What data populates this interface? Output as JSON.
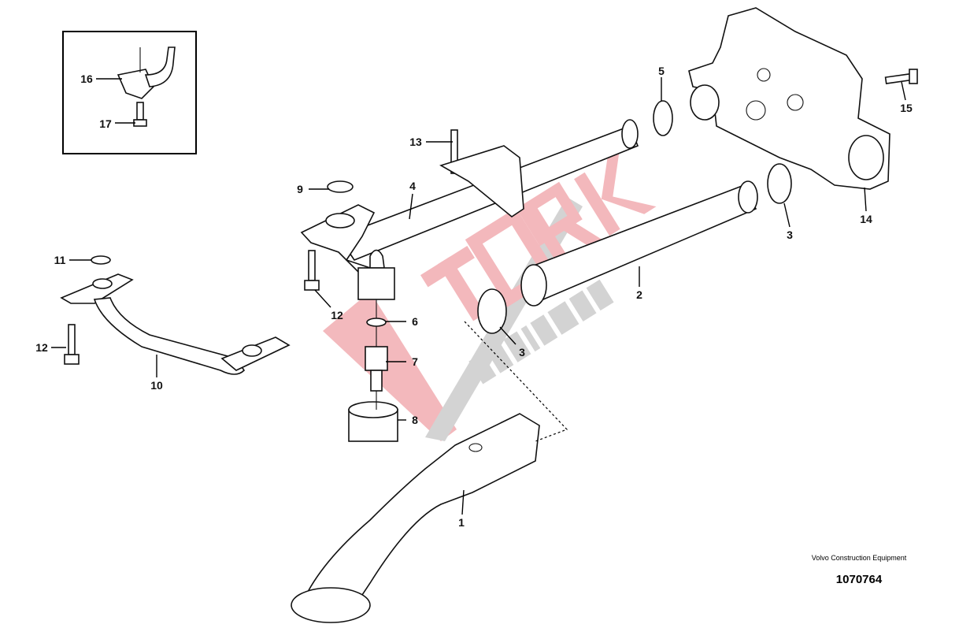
{
  "diagram": {
    "callouts": {
      "c1": "1",
      "c2": "2",
      "c3a": "3",
      "c3b": "3",
      "c4": "4",
      "c5": "5",
      "c6": "6",
      "c7": "7",
      "c8": "8",
      "c9": "9",
      "c10": "10",
      "c11": "11",
      "c12a": "12",
      "c12b": "12",
      "c13": "13",
      "c14": "14",
      "c15": "15",
      "c16": "16",
      "c17": "17"
    },
    "caption": {
      "company": "Volvo Construction Equipment",
      "drawing_number": "1070764"
    },
    "watermark": {
      "brand": "TORK",
      "subtitle": "şanzıman",
      "colors": {
        "primary": "#e8737b",
        "secondary": "#a9a9a9"
      }
    }
  }
}
